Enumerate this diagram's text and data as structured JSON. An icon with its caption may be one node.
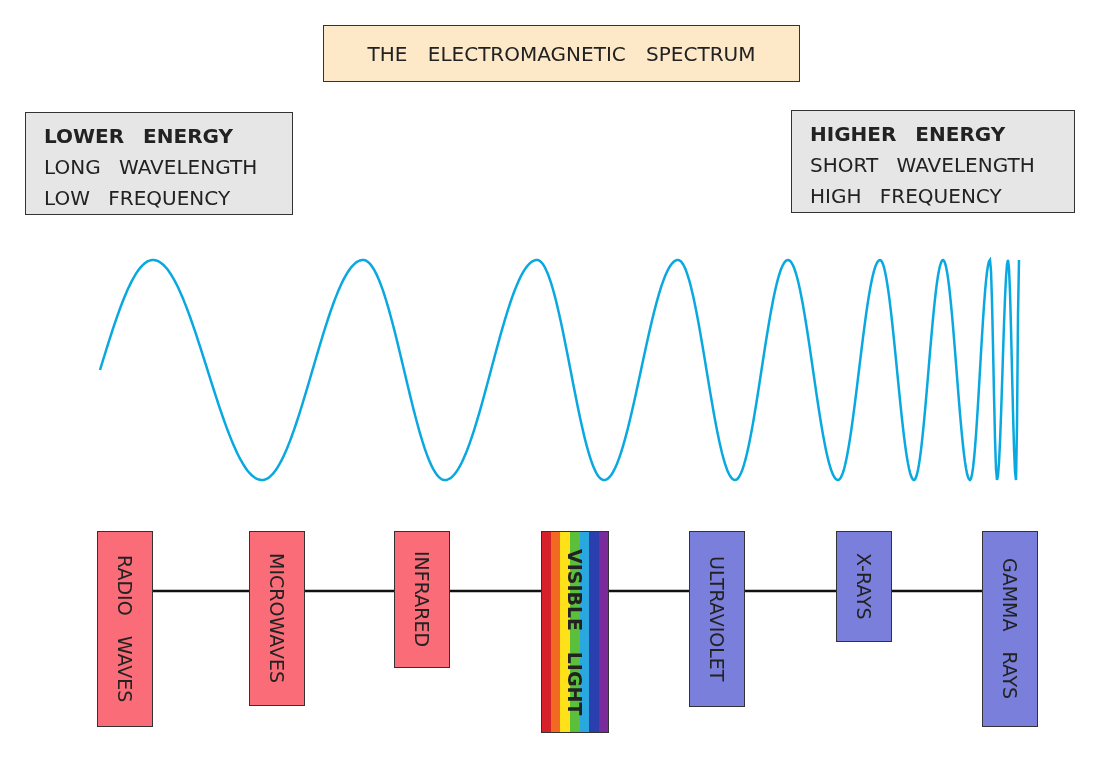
{
  "diagram": {
    "nodes": [
      {
        "text": [
          "THE ELECTROMAGNETIC SPECTRUM"
        ]
      },
      {
        "text": [
          "LOWER ENERGY",
          "LONG WAVELENGTH",
          "LOW FREQUENCY"
        ]
      },
      {
        "text": [
          "HIGHER ENERGY",
          "SHORT WAVELENGTH",
          "HIGH FREQUENCY"
        ]
      },
      {
        "text": [
          "RADIO WAVES"
        ]
      },
      {
        "text": [
          "MICROWAVES"
        ]
      },
      {
        "text": [
          "INFRARED"
        ]
      },
      {
        "text": [
          "VISIBLE LIGHT"
        ]
      },
      {
        "text": [
          "ULTRAVIOLET"
        ]
      },
      {
        "text": [
          "X-RAYS"
        ]
      },
      {
        "text": [
          "GAMMA RAYS"
        ]
      }
    ],
    "edges": [
      {
        "from": 3,
        "to": 4,
        "arrow": "none"
      },
      {
        "from": 4,
        "to": 5,
        "arrow": "none"
      },
      {
        "from": 5,
        "to": 6,
        "arrow": "none"
      },
      {
        "from": 6,
        "to": 7,
        "arrow": "none"
      },
      {
        "from": 7,
        "to": 8,
        "arrow": "none"
      },
      {
        "from": 8,
        "to": 9,
        "arrow": "none"
      }
    ]
  }
}
